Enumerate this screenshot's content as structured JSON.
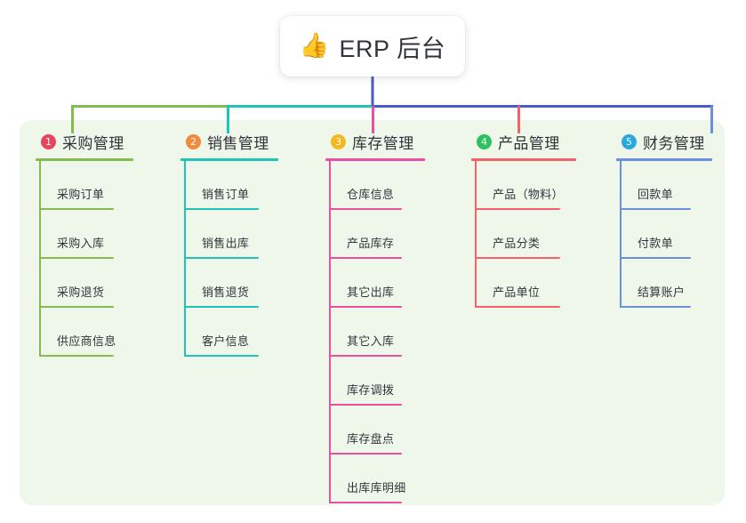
{
  "diagram": {
    "type": "mindmap",
    "background_color": "#ffffff",
    "panel_color": "#eef7e9",
    "root": {
      "icon": "thumbs-up-icon",
      "icon_glyph": "👍",
      "title": "ERP 后台",
      "box_color": "#ffffff",
      "connector_color": "#4a5bc4"
    },
    "trunk": {
      "segments": [
        {
          "name": "left-green",
          "color": "#82bb4f"
        },
        {
          "name": "mid-teal",
          "color": "#1fc4b4"
        },
        {
          "name": "right-blue",
          "color": "#4a5bc4"
        }
      ]
    },
    "branches": [
      {
        "index": "1",
        "badge_color": "#e8445c",
        "line_color": "#82bb4f",
        "title": "采购管理",
        "items": [
          "采购订单",
          "采购入库",
          "采购退货",
          "供应商信息"
        ]
      },
      {
        "index": "2",
        "badge_color": "#f08a3c",
        "line_color": "#1fc4b4",
        "title": "销售管理",
        "items": [
          "销售订单",
          "销售出库",
          "销售退货",
          "客户信息"
        ]
      },
      {
        "index": "3",
        "badge_color": "#f5b91f",
        "line_color": "#ea4fa0",
        "title": "库存管理",
        "items": [
          "仓库信息",
          "产品库存",
          "其它出库",
          "其它入库",
          "库存调拨",
          "库存盘点",
          "出库库明细"
        ]
      },
      {
        "index": "4",
        "badge_color": "#2ec25f",
        "line_color": "#f4616a",
        "title": "产品管理",
        "items": [
          "产品（物料）",
          "产品分类",
          "产品单位"
        ]
      },
      {
        "index": "5",
        "badge_color": "#29a8e0",
        "line_color": "#6b8fdd",
        "title": "财务管理",
        "items": [
          "回款单",
          "付款单",
          "结算账户"
        ]
      }
    ]
  }
}
